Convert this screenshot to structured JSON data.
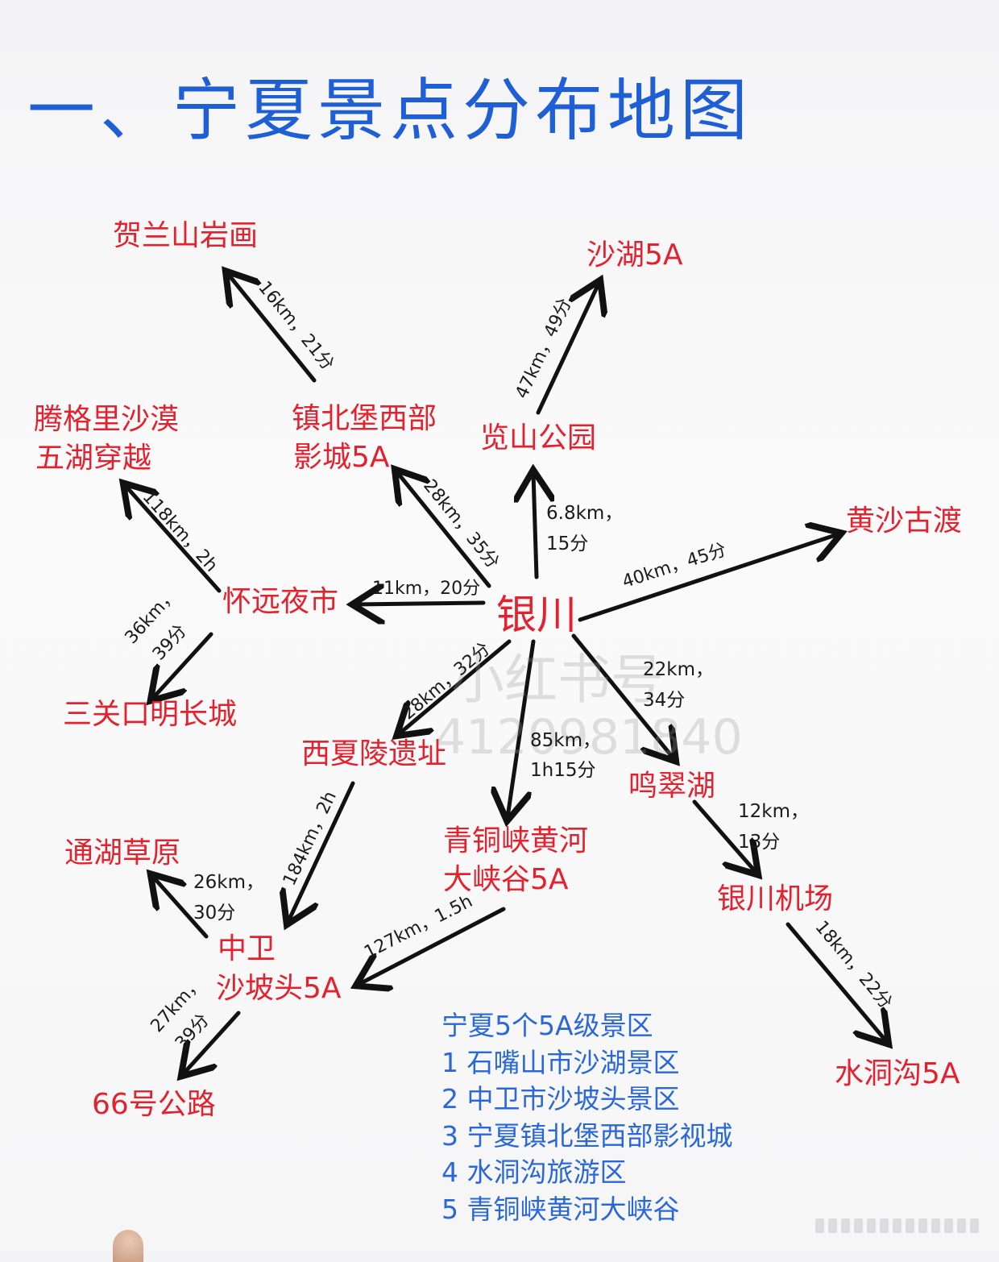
{
  "title": "一、宁夏景点分布地图",
  "watermark": {
    "line1": "小红书号",
    "line2": "4120981840"
  },
  "colors": {
    "title": "#1e5fd6",
    "node": "#e2232f",
    "label": "#1a1a1a",
    "legend": "#2a67d8"
  },
  "nodes": {
    "yinchuan": "银川",
    "helanshan": "贺兰山岩画",
    "shahu": "沙湖5A",
    "tengger_1": "腾格里沙漠",
    "tengger_2": "五湖穿越",
    "zhenbeibao_1": "镇北堡西部",
    "zhenbeibao_2": "影城5A",
    "lanshan": "览山公园",
    "huangsha": "黄沙古渡",
    "huaiyuan": "怀远夜市",
    "sanguankou": "三关口明长城",
    "xixialing": "西夏陵遗址",
    "mingcuihu": "鸣翠湖",
    "qingtongxia_1": "青铜峡黄河",
    "qingtongxia_2": "大峡谷5A",
    "tonghu": "通湖草原",
    "airport": "银川机场",
    "zhongwei_1": "中卫",
    "zhongwei_2": "沙坡头5A",
    "shuidonggou": "水洞沟5A",
    "road66": "66号公路"
  },
  "edges": {
    "helanshan": "16km，21分",
    "shahu": "47km，49分",
    "tengger": "118km，2h",
    "zhenbeibao": "28km，35分",
    "lanshan_1": "6.8km，",
    "lanshan_2": "15分",
    "huangsha": "40km，45分",
    "huaiyuan": "11km，20分",
    "sanguankou_1": "36km，",
    "sanguankou_2": "39分",
    "xixialing": "28km，32分",
    "mingcuihu_1": "22km，",
    "mingcuihu_2": "34分",
    "qingtongxia_1": "85km，",
    "qingtongxia_2": "1h15分",
    "airport_1": "12km，",
    "airport_2": "13分",
    "zhongwei_from_xixia": "184km，2h",
    "tonghu_1": "26km，",
    "tonghu_2": "30分",
    "zhongwei_from_qtx": "127km，1.5h",
    "shuidonggou": "18km，22分",
    "road66_1": "27km，",
    "road66_2": "39分"
  },
  "legend": {
    "heading": "宁夏5个5A级景区",
    "items": [
      "1  石嘴山市沙湖景区",
      "2  中卫市沙坡头景区",
      "3  宁夏镇北堡西部影视城",
      "4  水洞沟旅游区",
      "5  青铜峡黄河大峡谷"
    ]
  }
}
